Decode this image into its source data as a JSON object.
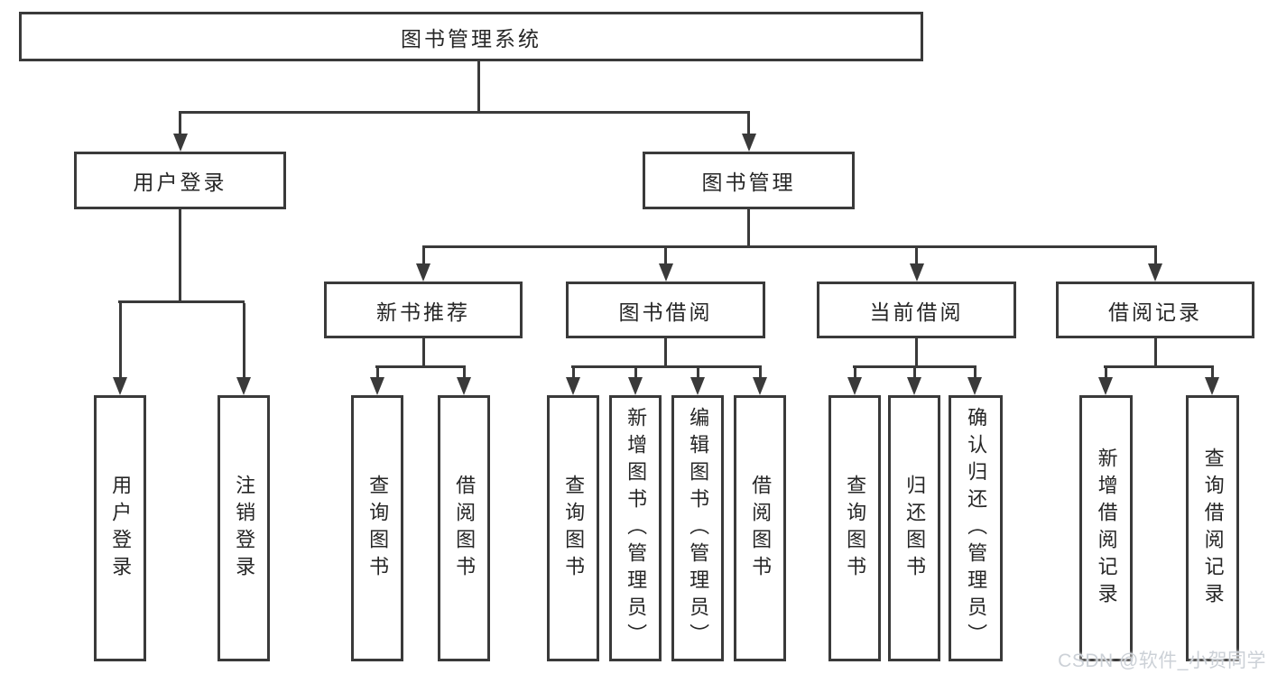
{
  "diagram": {
    "root": {
      "label": "图书管理系统"
    },
    "level2": {
      "user_login": {
        "label": "用户登录"
      },
      "book_management": {
        "label": "图书管理"
      }
    },
    "level3": {
      "new_book_recommendation": {
        "label": "新书推荐"
      },
      "book_borrowing": {
        "label": "图书借阅"
      },
      "current_borrowing": {
        "label": "当前借阅"
      },
      "borrowing_records": {
        "label": "借阅记录"
      }
    },
    "leaves": {
      "user_login": {
        "label": "用户登录"
      },
      "logout": {
        "label": "注销登录"
      },
      "recommend_query_book": {
        "label": "查询图书"
      },
      "recommend_borrow_book": {
        "label": "借阅图书"
      },
      "borrowing_query_book": {
        "label": "查询图书"
      },
      "borrowing_add_book": {
        "label": "新增图书（管理员）"
      },
      "borrowing_edit_book": {
        "label": "编辑图书（管理员）"
      },
      "borrowing_borrow_book": {
        "label": "借阅图书"
      },
      "current_query_book": {
        "label": "查询图书"
      },
      "current_return_book": {
        "label": "归还图书"
      },
      "current_confirm_return": {
        "label": "确认归还（管理员）"
      },
      "records_add_record": {
        "label": "新增借阅记录"
      },
      "records_query_record": {
        "label": "查询借阅记录"
      }
    }
  },
  "watermark": {
    "text": "CSDN @软件_小贺同学"
  },
  "colors": {
    "line": "#3A3A3A",
    "box_border": "#3A3A3A",
    "box_background": "#FFFFFF",
    "text": "#262626",
    "page_background": "#FFFFFF",
    "watermark_text": "#CCD1D7"
  }
}
